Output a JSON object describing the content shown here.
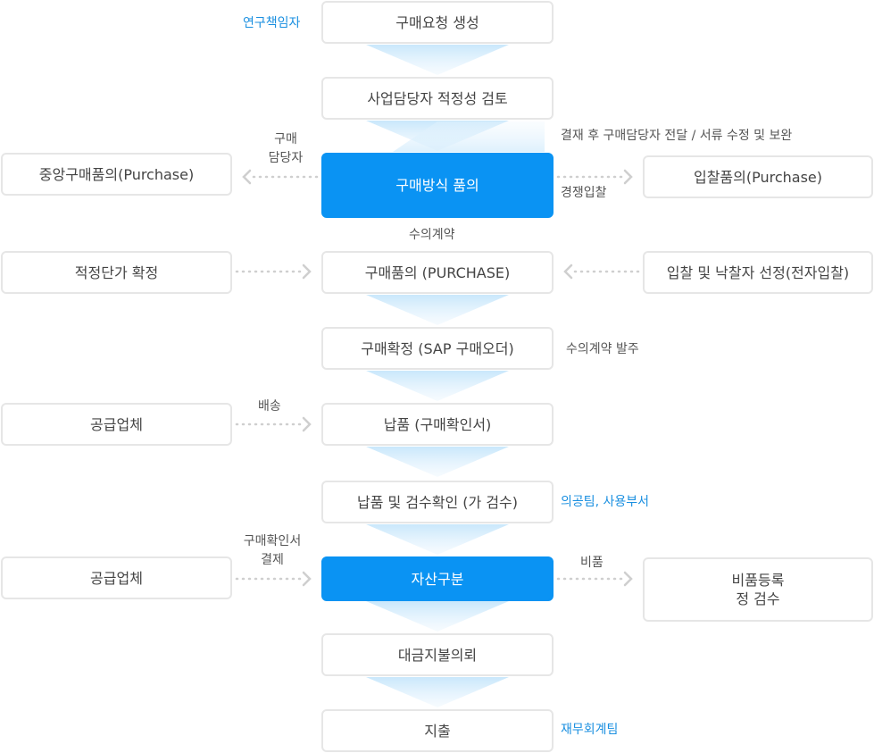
{
  "colors": {
    "primary": "#0a93f3",
    "role": "#1a8fe0",
    "border": "#e6e6e6",
    "text": "#444444",
    "arrow": "#d0d0d0"
  },
  "steps": [
    "구매요청 생성",
    "사업담당자 적정성 검토",
    "구매방식 품의",
    "구매품의 (PURCHASE)",
    "구매확정 (SAP 구매오더)",
    "납품 (구매확인서)",
    "납품 및 검수확인 (가 검수)",
    "자산구분",
    "대금지불의뢰",
    "지출"
  ],
  "left_boxes": [
    "중앙구매품의(Purchase)",
    "적정단가 확정",
    "공급업체",
    "공급업체"
  ],
  "right_boxes": [
    "입찰품의(Purchase)",
    "입찰 및 낙찰자 선정(전자입찰)"
  ],
  "right_box_multi": [
    "비품등록",
    "정 검수"
  ],
  "roles": {
    "requester": "연구책임자",
    "inspection": "의공팀, 사용부서",
    "finance": "재무회계팀"
  },
  "labels": {
    "purchase_manager": [
      "구매",
      "담당자"
    ],
    "approval_note": "결재 후 구매담당자 전달 / 서류 수정 및 보완",
    "bidding": "경쟁입찰",
    "private_contract": "수의계약",
    "private_order": "수의계약 발주",
    "delivery": "배송",
    "payment": [
      "구매확인서",
      "결제"
    ],
    "equipment": "비품"
  }
}
